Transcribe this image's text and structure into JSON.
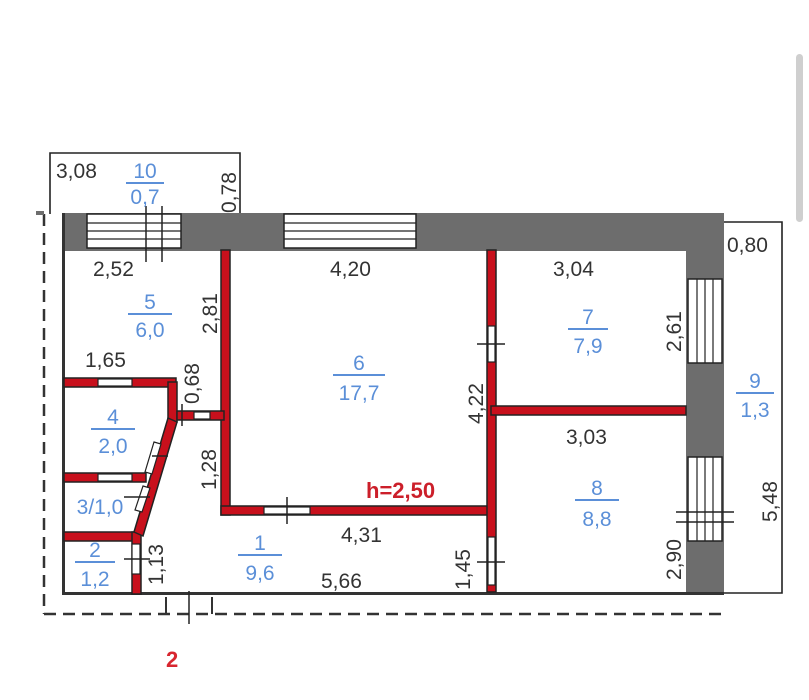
{
  "colors": {
    "wall": "#6d6d6d",
    "partition": "#c8101c",
    "room_label": "#5b8fd8",
    "accent": "#d8262f"
  },
  "rooms": [
    {
      "num": "1",
      "area": "9,6"
    },
    {
      "num": "2",
      "area": "1,2"
    },
    {
      "num": "3/1,0",
      "area": ""
    },
    {
      "num": "4",
      "area": "2,0"
    },
    {
      "num": "5",
      "area": "6,0"
    },
    {
      "num": "6",
      "area": "17,7"
    },
    {
      "num": "7",
      "area": "7,9"
    },
    {
      "num": "8",
      "area": "8,8"
    },
    {
      "num": "9",
      "area": "1,3"
    },
    {
      "num": "10",
      "area": "0,7"
    }
  ],
  "dims": {
    "d308": "3,08",
    "d078": "0,78",
    "d252": "2,52",
    "d281": "2,81",
    "d420": "4,20",
    "d304": "3,04",
    "d080": "0,80",
    "d261": "2,61",
    "d165": "1,65",
    "d068": "0,68",
    "d422": "4,22",
    "d303": "3,03",
    "d128": "1,28",
    "d548": "5,48",
    "d431": "4,31",
    "d113": "1,13",
    "d145": "1,45",
    "d290": "2,90",
    "d566": "5,66"
  },
  "height_label": "h=2,50",
  "floor_label": "2"
}
